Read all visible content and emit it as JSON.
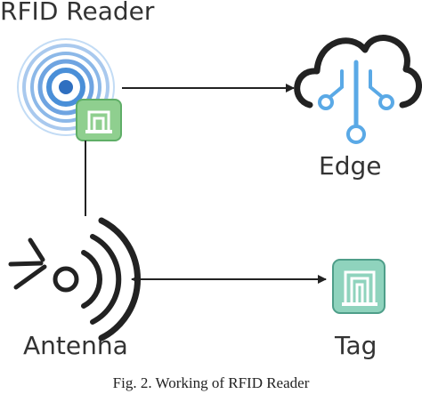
{
  "labels": {
    "reader": "RFID Reader",
    "edge": "Edge",
    "antenna": "Antenna",
    "tag": "Tag"
  },
  "caption": "Fig. 2.   Working of RFID Reader",
  "colors": {
    "reader_blue": "#4a8fd8",
    "reader_ring_light": "#a9c9ee",
    "chip_green": "#8fcf8f",
    "chip_green_dark": "#5fae67",
    "tag_teal": "#8fd3bd",
    "tag_teal_dark": "#4e9e89",
    "edge_blue": "#5aa9e6",
    "line": "#222222"
  },
  "icons": [
    "rfid-reader-icon",
    "chip-icon",
    "edge-cloud-icon",
    "antenna-icon",
    "tag-icon"
  ],
  "connections": [
    {
      "from": "reader",
      "to": "edge",
      "direction": "one-way"
    },
    {
      "from": "reader",
      "to": "antenna",
      "direction": "none"
    },
    {
      "from": "antenna",
      "to": "tag",
      "direction": "two-way"
    }
  ]
}
